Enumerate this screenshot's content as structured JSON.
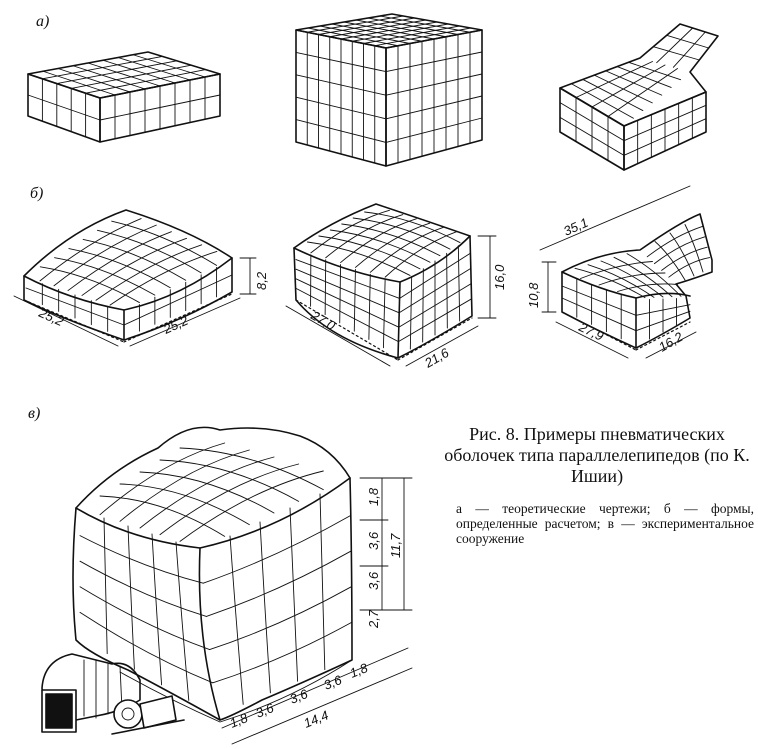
{
  "labels": {
    "a": "а)",
    "b": "б)",
    "c": "в)"
  },
  "caption": {
    "title": "Рис. 8. Примеры пневматических оболочек типа параллелепипедов (по К. Ишии)",
    "legend": "а — теоретические чертежи; б — формы, определенные расчетом; в — экспериментальное сооружение"
  },
  "dimensions": {
    "b1": {
      "length1": "25,2",
      "length2": "25,2",
      "height": "8,2"
    },
    "b2": {
      "length1": "27,0",
      "length2": "21,6",
      "height1": "16,0",
      "height2": "10,8"
    },
    "b3": {
      "top": "35,1",
      "length1": "27,9",
      "length2": "16,2"
    },
    "c": {
      "h1": "1,8",
      "h2": "3,6",
      "h3": "3,6",
      "h4": "2,7",
      "h_total": "11,7",
      "w1": "1,8",
      "w2": "3,6",
      "w3": "3,6",
      "w4": "3,6",
      "w5": "1,8",
      "w_total": "14,4"
    }
  }
}
